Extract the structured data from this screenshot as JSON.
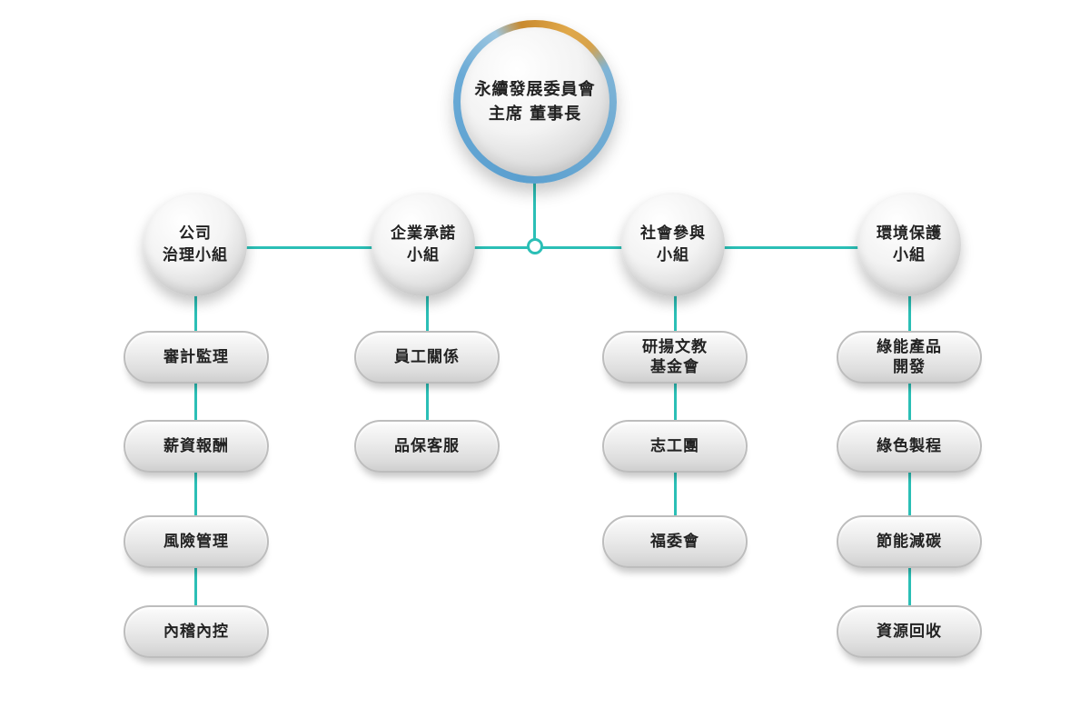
{
  "root": {
    "line1": "永續發展委員會",
    "line2": "主席 董事長"
  },
  "groups": [
    {
      "line1": "公司",
      "line2": "治理小組",
      "items": [
        {
          "l1": "審計監理"
        },
        {
          "l1": "薪資報酬"
        },
        {
          "l1": "風險管理"
        },
        {
          "l1": "內稽內控"
        }
      ]
    },
    {
      "line1": "企業承諾",
      "line2": "小組",
      "items": [
        {
          "l1": "員工關係"
        },
        {
          "l1": "品保客服"
        }
      ]
    },
    {
      "line1": "社會參與",
      "line2": "小組",
      "items": [
        {
          "l1": "研揚文教",
          "l2": "基金會"
        },
        {
          "l1": "志工團"
        },
        {
          "l1": "福委會"
        }
      ]
    },
    {
      "line1": "環境保護",
      "line2": "小組",
      "items": [
        {
          "l1": "綠能產品",
          "l2": "開發"
        },
        {
          "l1": "綠色製程"
        },
        {
          "l1": "節能減碳"
        },
        {
          "l1": "資源回收"
        }
      ]
    }
  ],
  "colors": {
    "connector": "#2bbfb6",
    "ring_blue": "#5a9fcf",
    "ring_gold": "#c98a2e"
  }
}
